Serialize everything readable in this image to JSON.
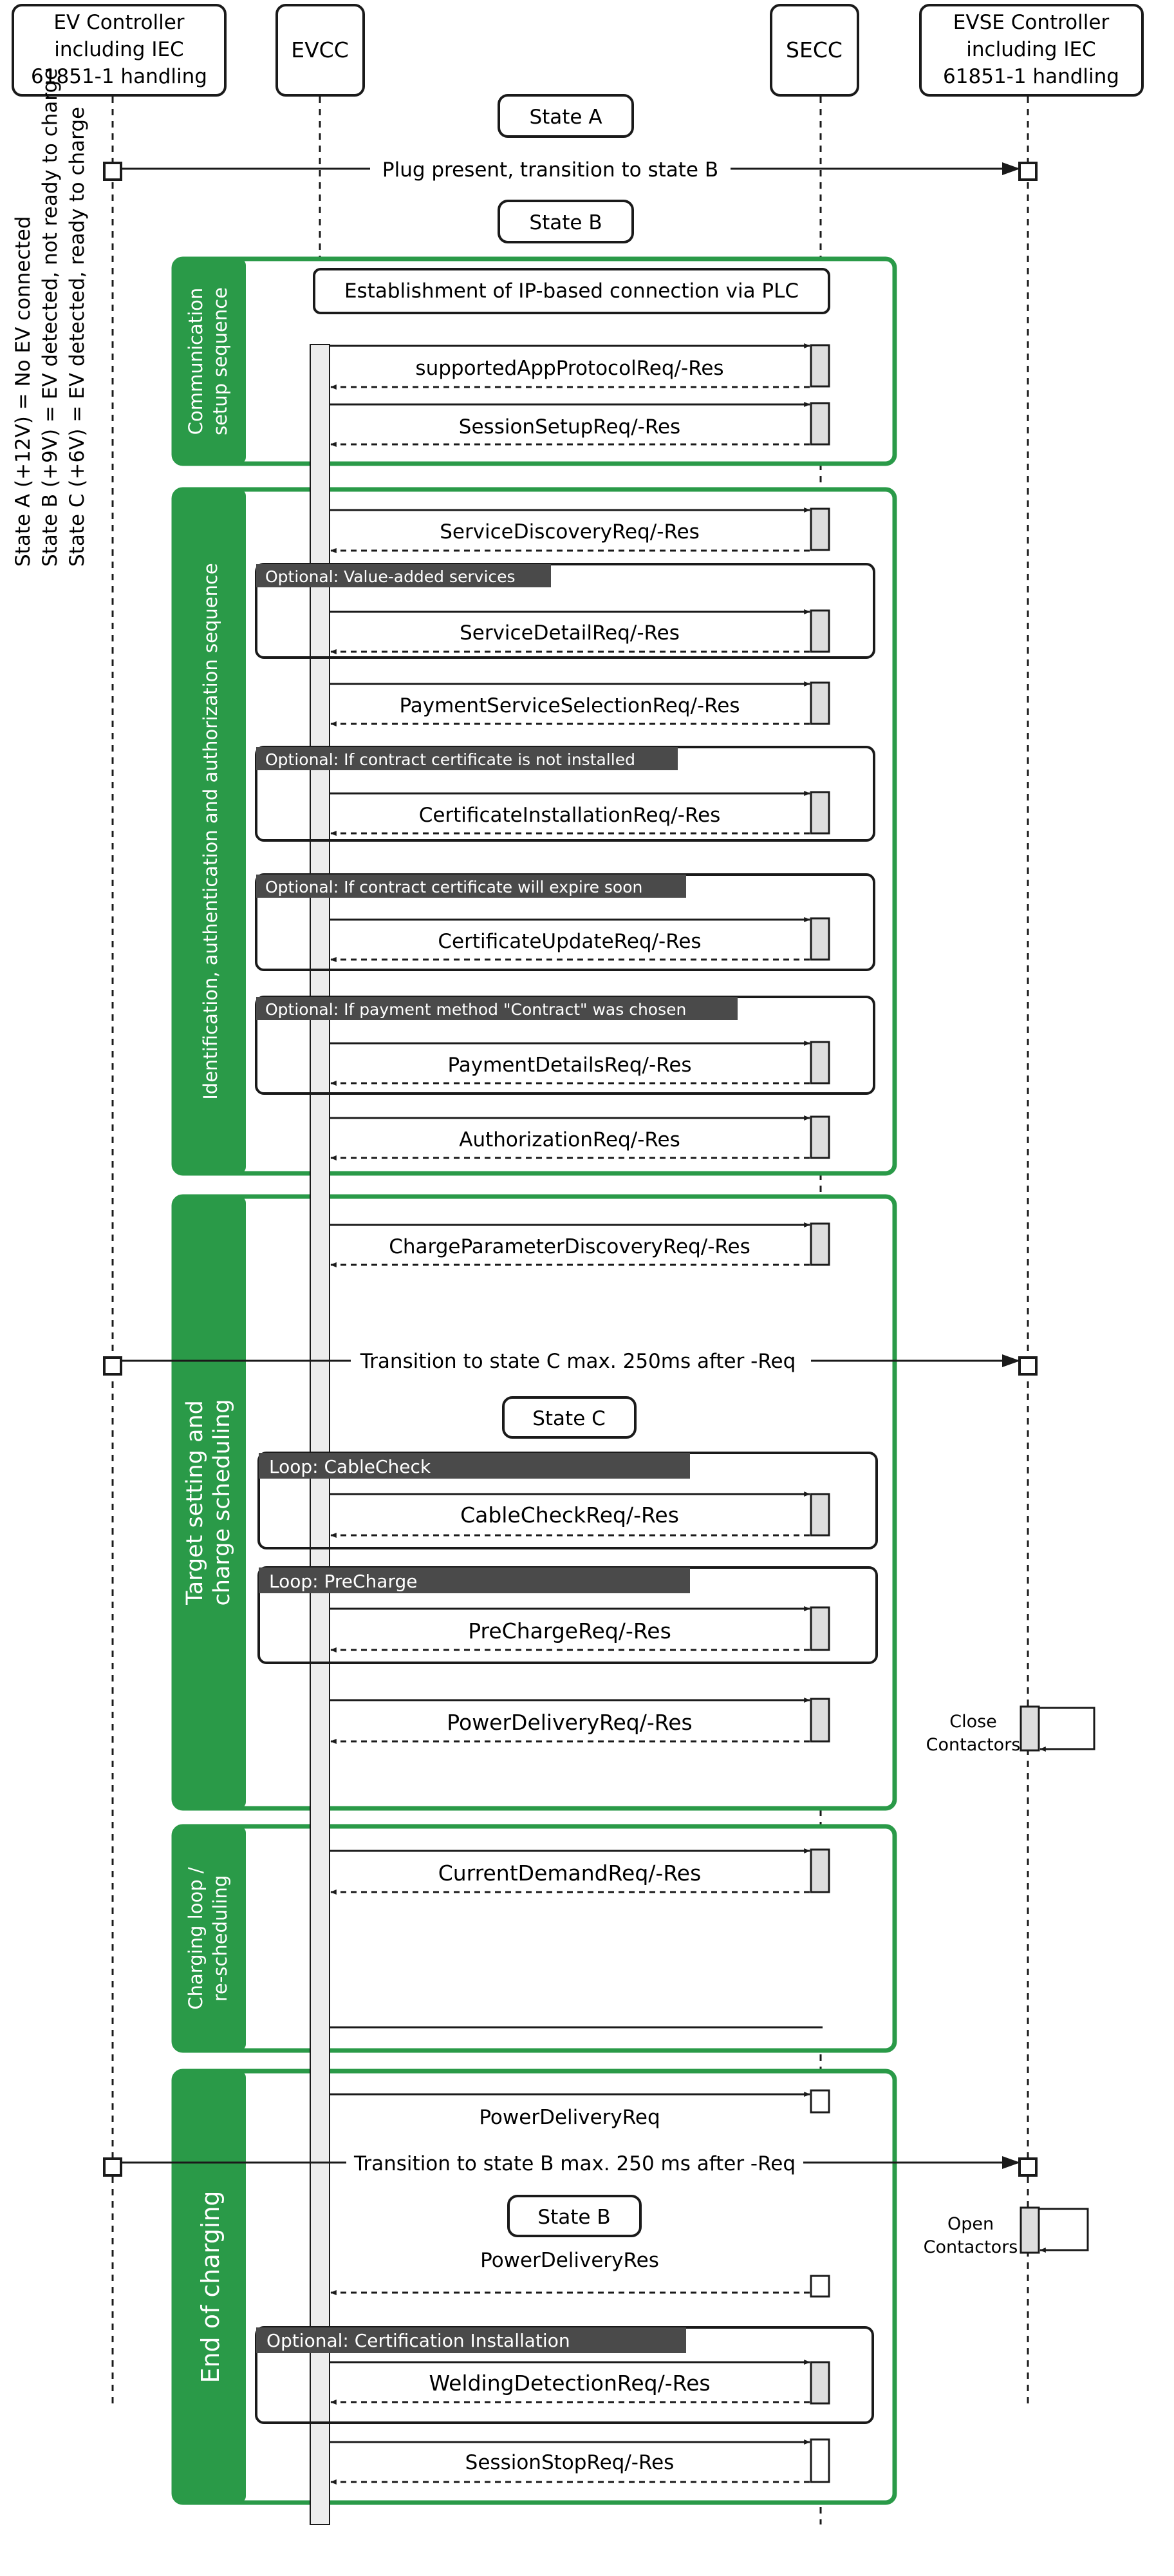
{
  "participants": {
    "ev_controller": [
      "EV Controller",
      "including IEC",
      "61851-1 handling"
    ],
    "evcc": "EVCC",
    "secc": "SECC",
    "evse_controller": [
      "EVSE Controller",
      "including IEC",
      "61851-1 handling"
    ]
  },
  "side_legend": [
    "State A (+12V) = No EV connected",
    "State B (+9V)   = EV detected, not ready to charge",
    "State C (+6V)   = EV detected, ready to charge"
  ],
  "states": {
    "a": "State A",
    "b": "State B",
    "c": "State C",
    "b2": "State B"
  },
  "phases": {
    "communication_setup": [
      "Communication",
      "setup sequence"
    ],
    "identification": "Identification, authentication and authorization sequence",
    "target_setting": [
      "Target setting and",
      "charge scheduling"
    ],
    "charging_loop": [
      "Charging loop /",
      "re-scheduling"
    ],
    "end_of_charging": "End of charging"
  },
  "messages": {
    "plug_present": "Plug present, transition to state B",
    "ip_connection": "Establishment of IP-based connection via PLC",
    "supported_app_protocol": "supportedAppProtocolReq/-Res",
    "session_setup": "SessionSetupReq/-Res",
    "service_discovery": "ServiceDiscoveryReq/-Res",
    "service_detail": "ServiceDetailReq/-Res",
    "payment_service_selection": "PaymentServiceSelectionReq/-Res",
    "certificate_installation": "CertificateInstallationReq/-Res",
    "certificate_update": "CertificateUpdateReq/-Res",
    "payment_details": "PaymentDetailsReq/-Res",
    "authorization": "AuthorizationReq/-Res",
    "charge_parameter_discovery": "ChargeParameterDiscoveryReq/-Res",
    "transition_c": "Transition to state C max. 250ms after -Req",
    "cable_check": "CableCheckReq/-Res",
    "pre_charge": "PreChargeReq/-Res",
    "power_delivery": "PowerDeliveryReq/-Res",
    "current_demand": "CurrentDemandReq/-Res",
    "power_delivery_req": "PowerDeliveryReq",
    "transition_b": "Transition to state B max. 250 ms after -Req",
    "power_delivery_res": "PowerDeliveryRes",
    "welding_detection": "WeldingDetectionReq/-Res",
    "session_stop": "SessionStopReq/-Res"
  },
  "fragments": {
    "value_added": "Optional: Value-added services",
    "cert_not_installed": "Optional: If contract certificate is not installed",
    "cert_expire": "Optional: If contract certificate will expire soon",
    "payment_contract": "Optional: If payment method \"Contract\" was chosen",
    "loop_cable_check": "Loop: CableCheck",
    "loop_pre_charge": "Loop: PreCharge",
    "certification_install": "Optional: Certification Installation"
  },
  "notes": {
    "close_contactors": [
      "Close",
      "Contactors"
    ],
    "open_contactors": [
      "Open",
      "Contactors"
    ]
  },
  "colors": {
    "phase_green": "#2a9a48",
    "fragment_header": "#4a4a4a",
    "line": "#1a1a1a",
    "activation_fill": "#dedede"
  }
}
